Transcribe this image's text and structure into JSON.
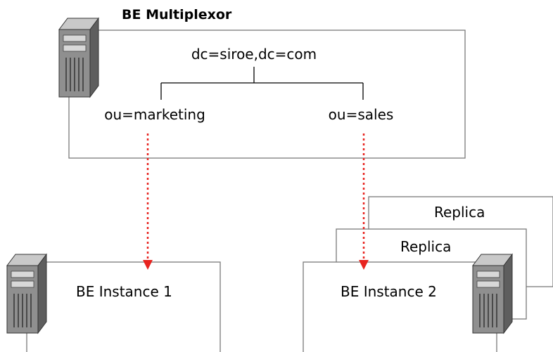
{
  "multiplexor": {
    "title": "BE Multiplexor",
    "root_dn": "dc=siroe,dc=com",
    "branches": [
      "ou=marketing",
      "ou=sales"
    ]
  },
  "instances": [
    {
      "label": "BE Instance 1"
    },
    {
      "label": "BE Instance 2"
    }
  ],
  "replicas": [
    "Replica",
    "Replica"
  ],
  "icons": [
    "server-tower-icon"
  ],
  "colors": {
    "arrow": "#e8231f",
    "frame": "#7a7a7a",
    "server_body": "#8f8f8f",
    "server_dark": "#5e5e5e"
  }
}
